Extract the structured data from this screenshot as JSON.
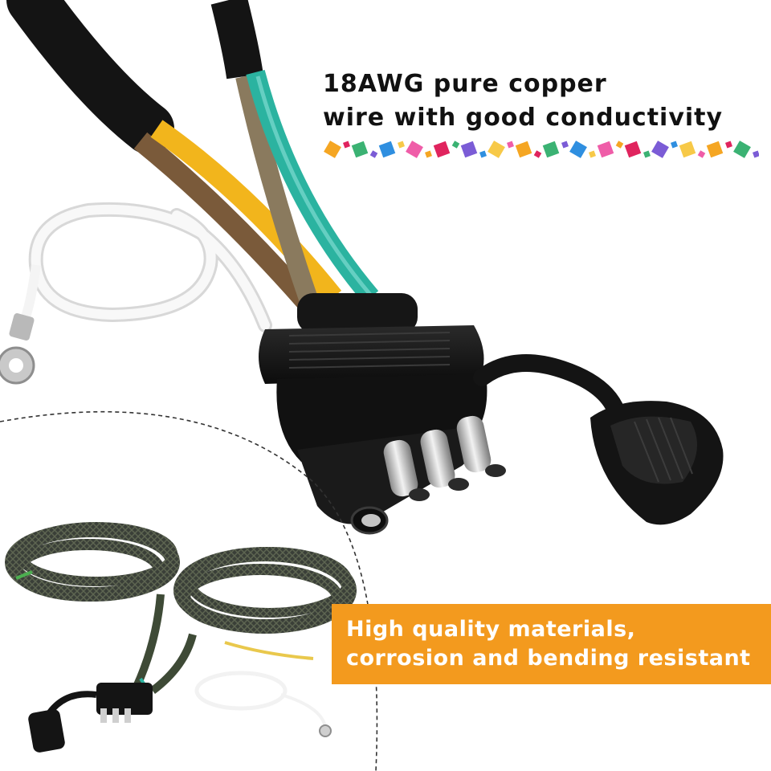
{
  "headline": {
    "line1": "18AWG pure copper",
    "line2": "wire with good conductivity"
  },
  "banner": {
    "line1": "High quality materials,",
    "line2": "corrosion and bending resistant",
    "background_color": "#f39a1e"
  },
  "wire_colors": {
    "white": "#f4f4f4",
    "brown": "#7a5a3a",
    "yellow": "#f2b51c",
    "green": "#2bb3a0",
    "jacket": "#141414"
  },
  "confetti_colors": [
    "#f5a623",
    "#e0245e",
    "#3bb273",
    "#7b5cd6",
    "#2f8fe0",
    "#f7c948",
    "#ef5da8"
  ]
}
